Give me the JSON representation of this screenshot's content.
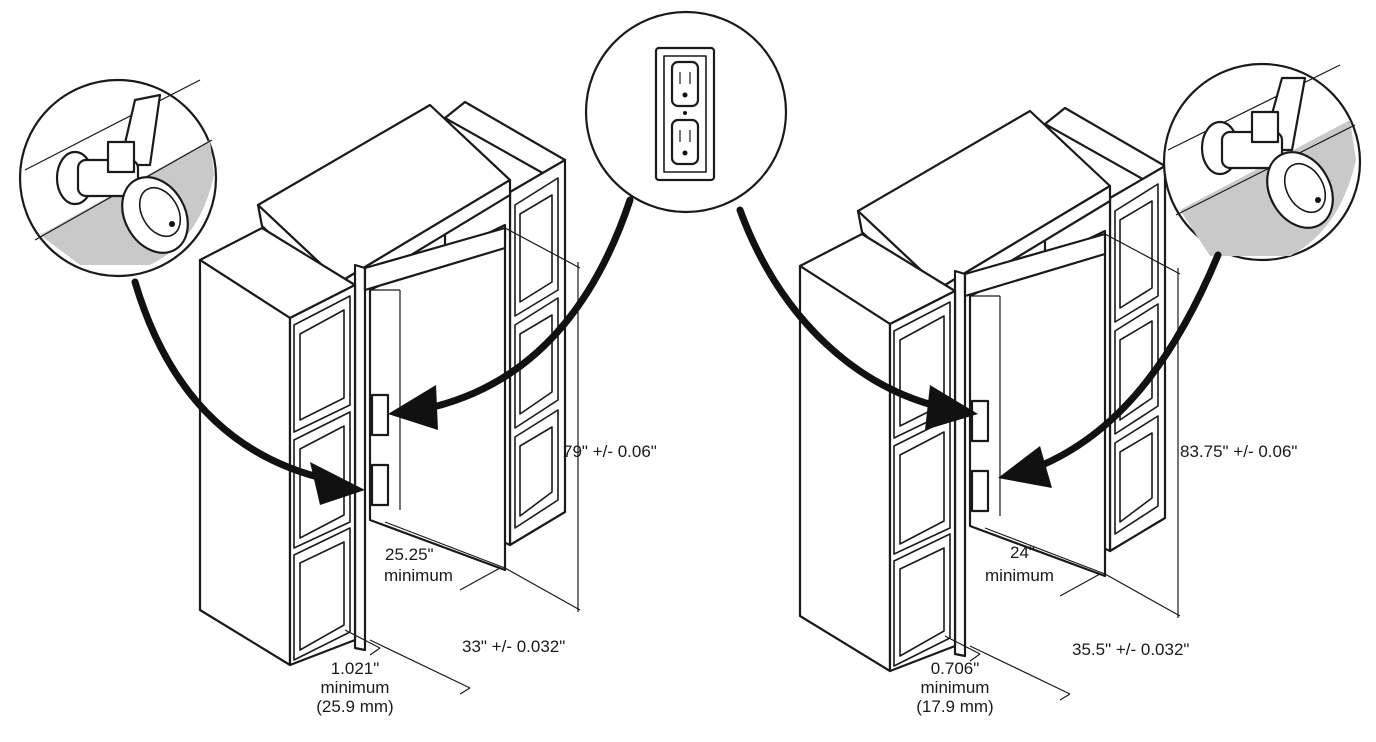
{
  "left": {
    "height_dim": "79\" +/- 0.06\"",
    "width_dim_value": "25.25\"",
    "width_dim_word": "minimum",
    "depth_dim": "33\" +/- 0.032\"",
    "gap_dim_value": "1.021\"",
    "gap_dim_word": "minimum",
    "gap_dim_metric": "(25.9 mm)"
  },
  "right": {
    "height_dim": "83.75\" +/- 0.06\"",
    "width_dim_value": "24\"",
    "width_dim_word": "minimum",
    "depth_dim": "35.5\" +/- 0.032\"",
    "gap_dim_value": "0.706\"",
    "gap_dim_word": "minimum",
    "gap_dim_metric": "(17.9 mm)"
  },
  "callouts": {
    "left_valve": "water-shutoff-valve-icon",
    "outlet": "electrical-outlet-icon",
    "right_valve": "water-shutoff-valve-icon"
  },
  "colors": {
    "line": "#1a1a1a",
    "wall_shade": "#c9c9c9"
  }
}
